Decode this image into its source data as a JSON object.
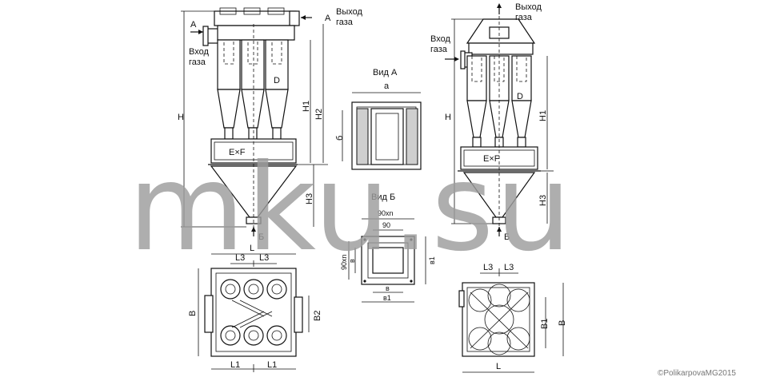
{
  "labels": {
    "gas_outlet_left": "Выход\nгаза",
    "gas_inlet_left": "Вход\nгаза",
    "gas_outlet_right": "Выход\nгаза",
    "gas_inlet_right": "Вход\nгаза",
    "section_a": "A",
    "section_b": "Б",
    "view_a": "Вид А",
    "view_b": "Вид Б",
    "dim_a": "а",
    "dim_b6": "б",
    "dim_90xn_top": "90хn",
    "dim_90": "90",
    "dim_90xn_side": "90хn",
    "dim_v": "в",
    "dim_v1": "в1",
    "dim_H": "H",
    "dim_H1": "H1",
    "dim_H2": "H2",
    "dim_H3": "H3",
    "dim_D": "D",
    "dim_ExF": "E×F",
    "dim_L": "L",
    "dim_L1": "L1",
    "dim_L3": "L3",
    "dim_B": "B",
    "dim_B1": "B1",
    "dim_B2": "B2"
  },
  "watermark": "mku.su",
  "copyright": "©PolikarpovaMG2015"
}
